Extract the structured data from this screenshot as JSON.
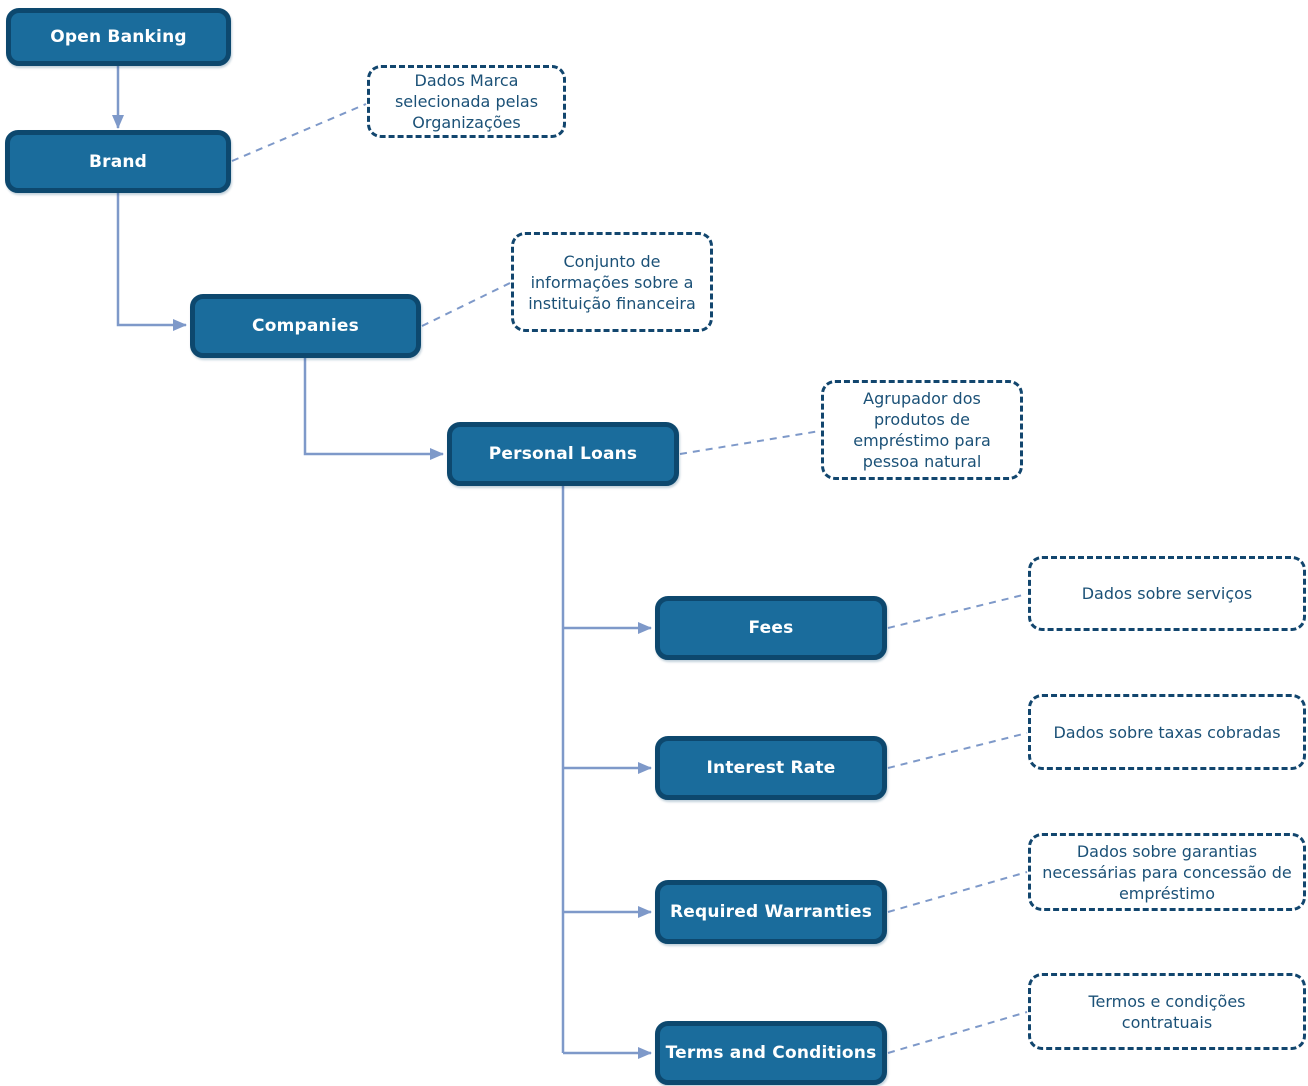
{
  "diagram": {
    "nodes": [
      {
        "id": "open-banking",
        "label": "Open Banking"
      },
      {
        "id": "brand",
        "label": "Brand"
      },
      {
        "id": "companies",
        "label": "Companies"
      },
      {
        "id": "personal-loans",
        "label": "Personal Loans"
      },
      {
        "id": "fees",
        "label": "Fees"
      },
      {
        "id": "interest-rate",
        "label": "Interest Rate"
      },
      {
        "id": "required-warranties",
        "label": "Required Warranties"
      },
      {
        "id": "terms-and-conditions",
        "label": "Terms and Conditions"
      }
    ],
    "annotations": [
      {
        "for": "brand",
        "text": "Dados Marca selecionada pelas Organizações"
      },
      {
        "for": "companies",
        "text": "Conjunto de informações sobre a instituição financeira"
      },
      {
        "for": "personal-loans",
        "text": "Agrupador dos produtos de empréstimo para pessoa natural"
      },
      {
        "for": "fees",
        "text": "Dados sobre serviços"
      },
      {
        "for": "interest-rate",
        "text": "Dados sobre taxas cobradas"
      },
      {
        "for": "required-warranties",
        "text": "Dados sobre garantias necessárias para concessão de empréstimo"
      },
      {
        "for": "terms-and-conditions",
        "text": "Termos e condições contratuais"
      }
    ],
    "colors": {
      "node_fill": "#1A6C9C",
      "node_border": "#0D486E",
      "node_text": "#FFFFFF",
      "connector": "#7E99C9",
      "annotation_border": "#12466E",
      "annotation_text": "#1B5177",
      "background": "#FFFFFF"
    }
  }
}
